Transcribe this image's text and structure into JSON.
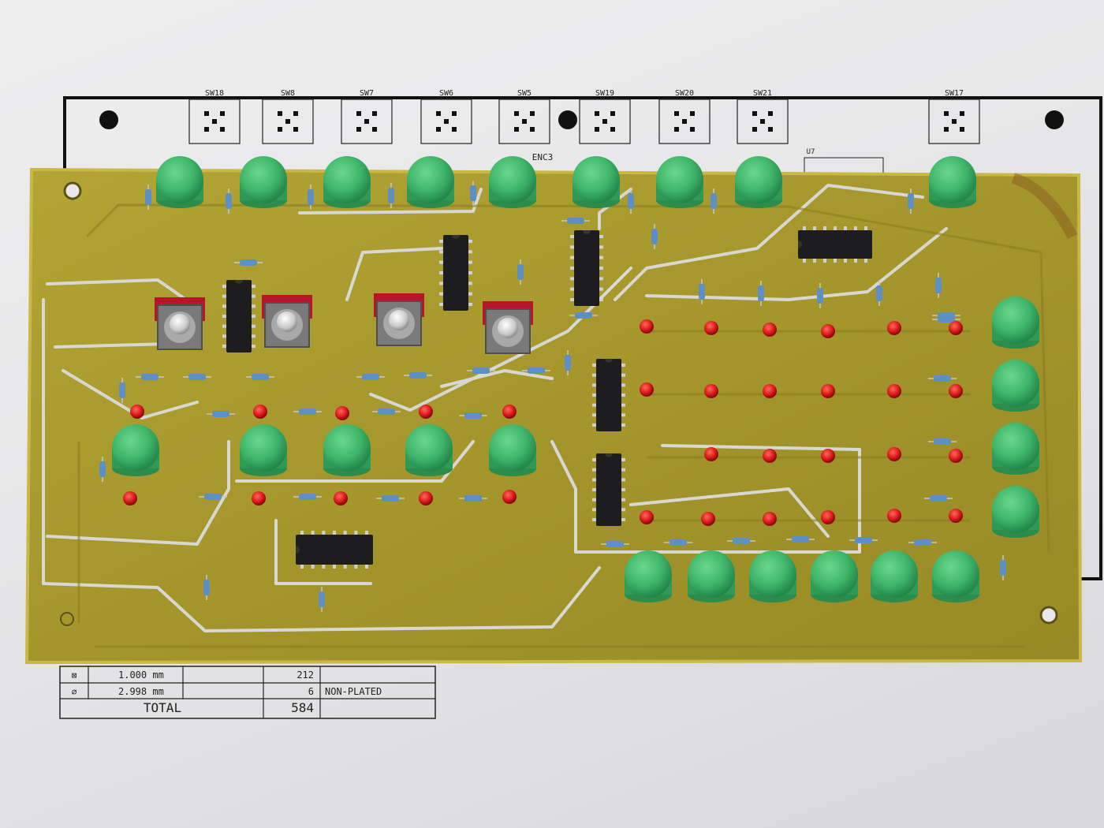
{
  "schematic": {
    "switch_labels": [
      "SW18",
      "SW8",
      "SW7",
      "SW6",
      "SW5",
      "SW19",
      "SW20",
      "SW21",
      "SW17"
    ],
    "encoder_label": "ENC3",
    "ic_label": "U7"
  },
  "drill_table": {
    "rows": [
      {
        "symbol": "⊠",
        "size": "1.000  mm",
        "count": "212",
        "note": ""
      },
      {
        "symbol": "⌀",
        "size": "2.998  mm",
        "count": "6",
        "note": "NON-PLATED"
      }
    ],
    "total_label": "TOTAL",
    "total_value": "584"
  },
  "colors": {
    "paper": "#efeff0",
    "board": "#a89a2c",
    "board_edge": "#c7b63e",
    "button": "#3fb56a",
    "led": "#e0191c",
    "trace": "#d6d6d0"
  }
}
